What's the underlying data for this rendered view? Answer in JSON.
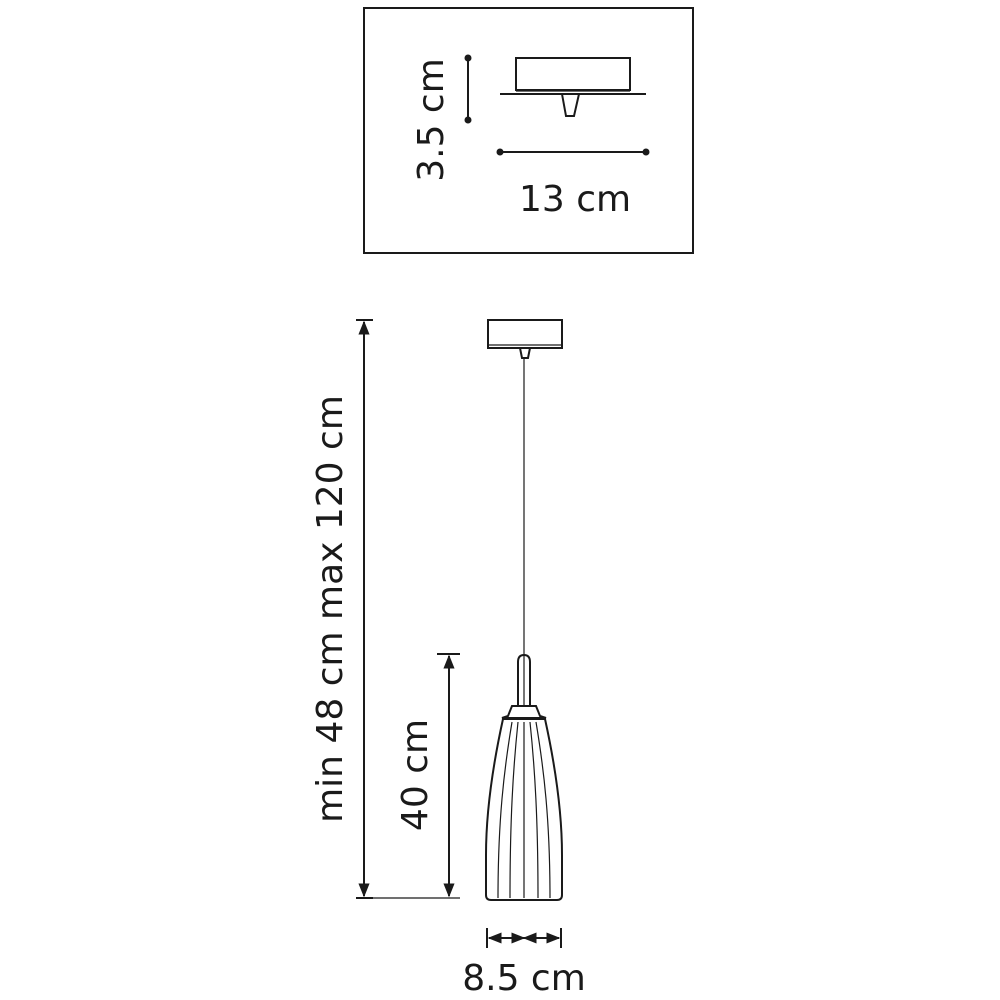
{
  "canopy_detail": {
    "height_label": "3.5 cm",
    "width_label": "13 cm"
  },
  "fixture": {
    "total_height_label": "min 48 cm max 120 cm",
    "shade_height_label": "40 cm",
    "shade_width_label": "8.5 cm"
  }
}
